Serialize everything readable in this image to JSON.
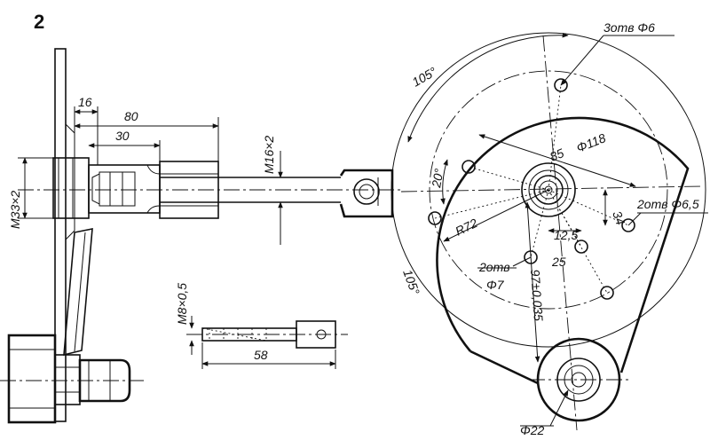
{
  "figure_number": "2",
  "colors": {
    "ink": "#111111",
    "paper": "#ffffff"
  },
  "labels": {
    "d16": "16",
    "d80": "80",
    "d30": "30",
    "m33": "M33×2",
    "m16": "M16×2",
    "m8": "M8×0,5",
    "d58": "58",
    "a105_top": "105°",
    "a105_bot": "105°",
    "a20": "20°",
    "holes6": "3отв Φ6",
    "d85": "85",
    "d118": "Φ118",
    "holes65": "2отв Φ6,5",
    "r72": "R72",
    "d34": "34",
    "d125": "12,5",
    "d25": "25",
    "holes7a": "2отв",
    "holes7b": "Φ7",
    "d97": "97±0,035",
    "d22": "Φ22"
  }
}
